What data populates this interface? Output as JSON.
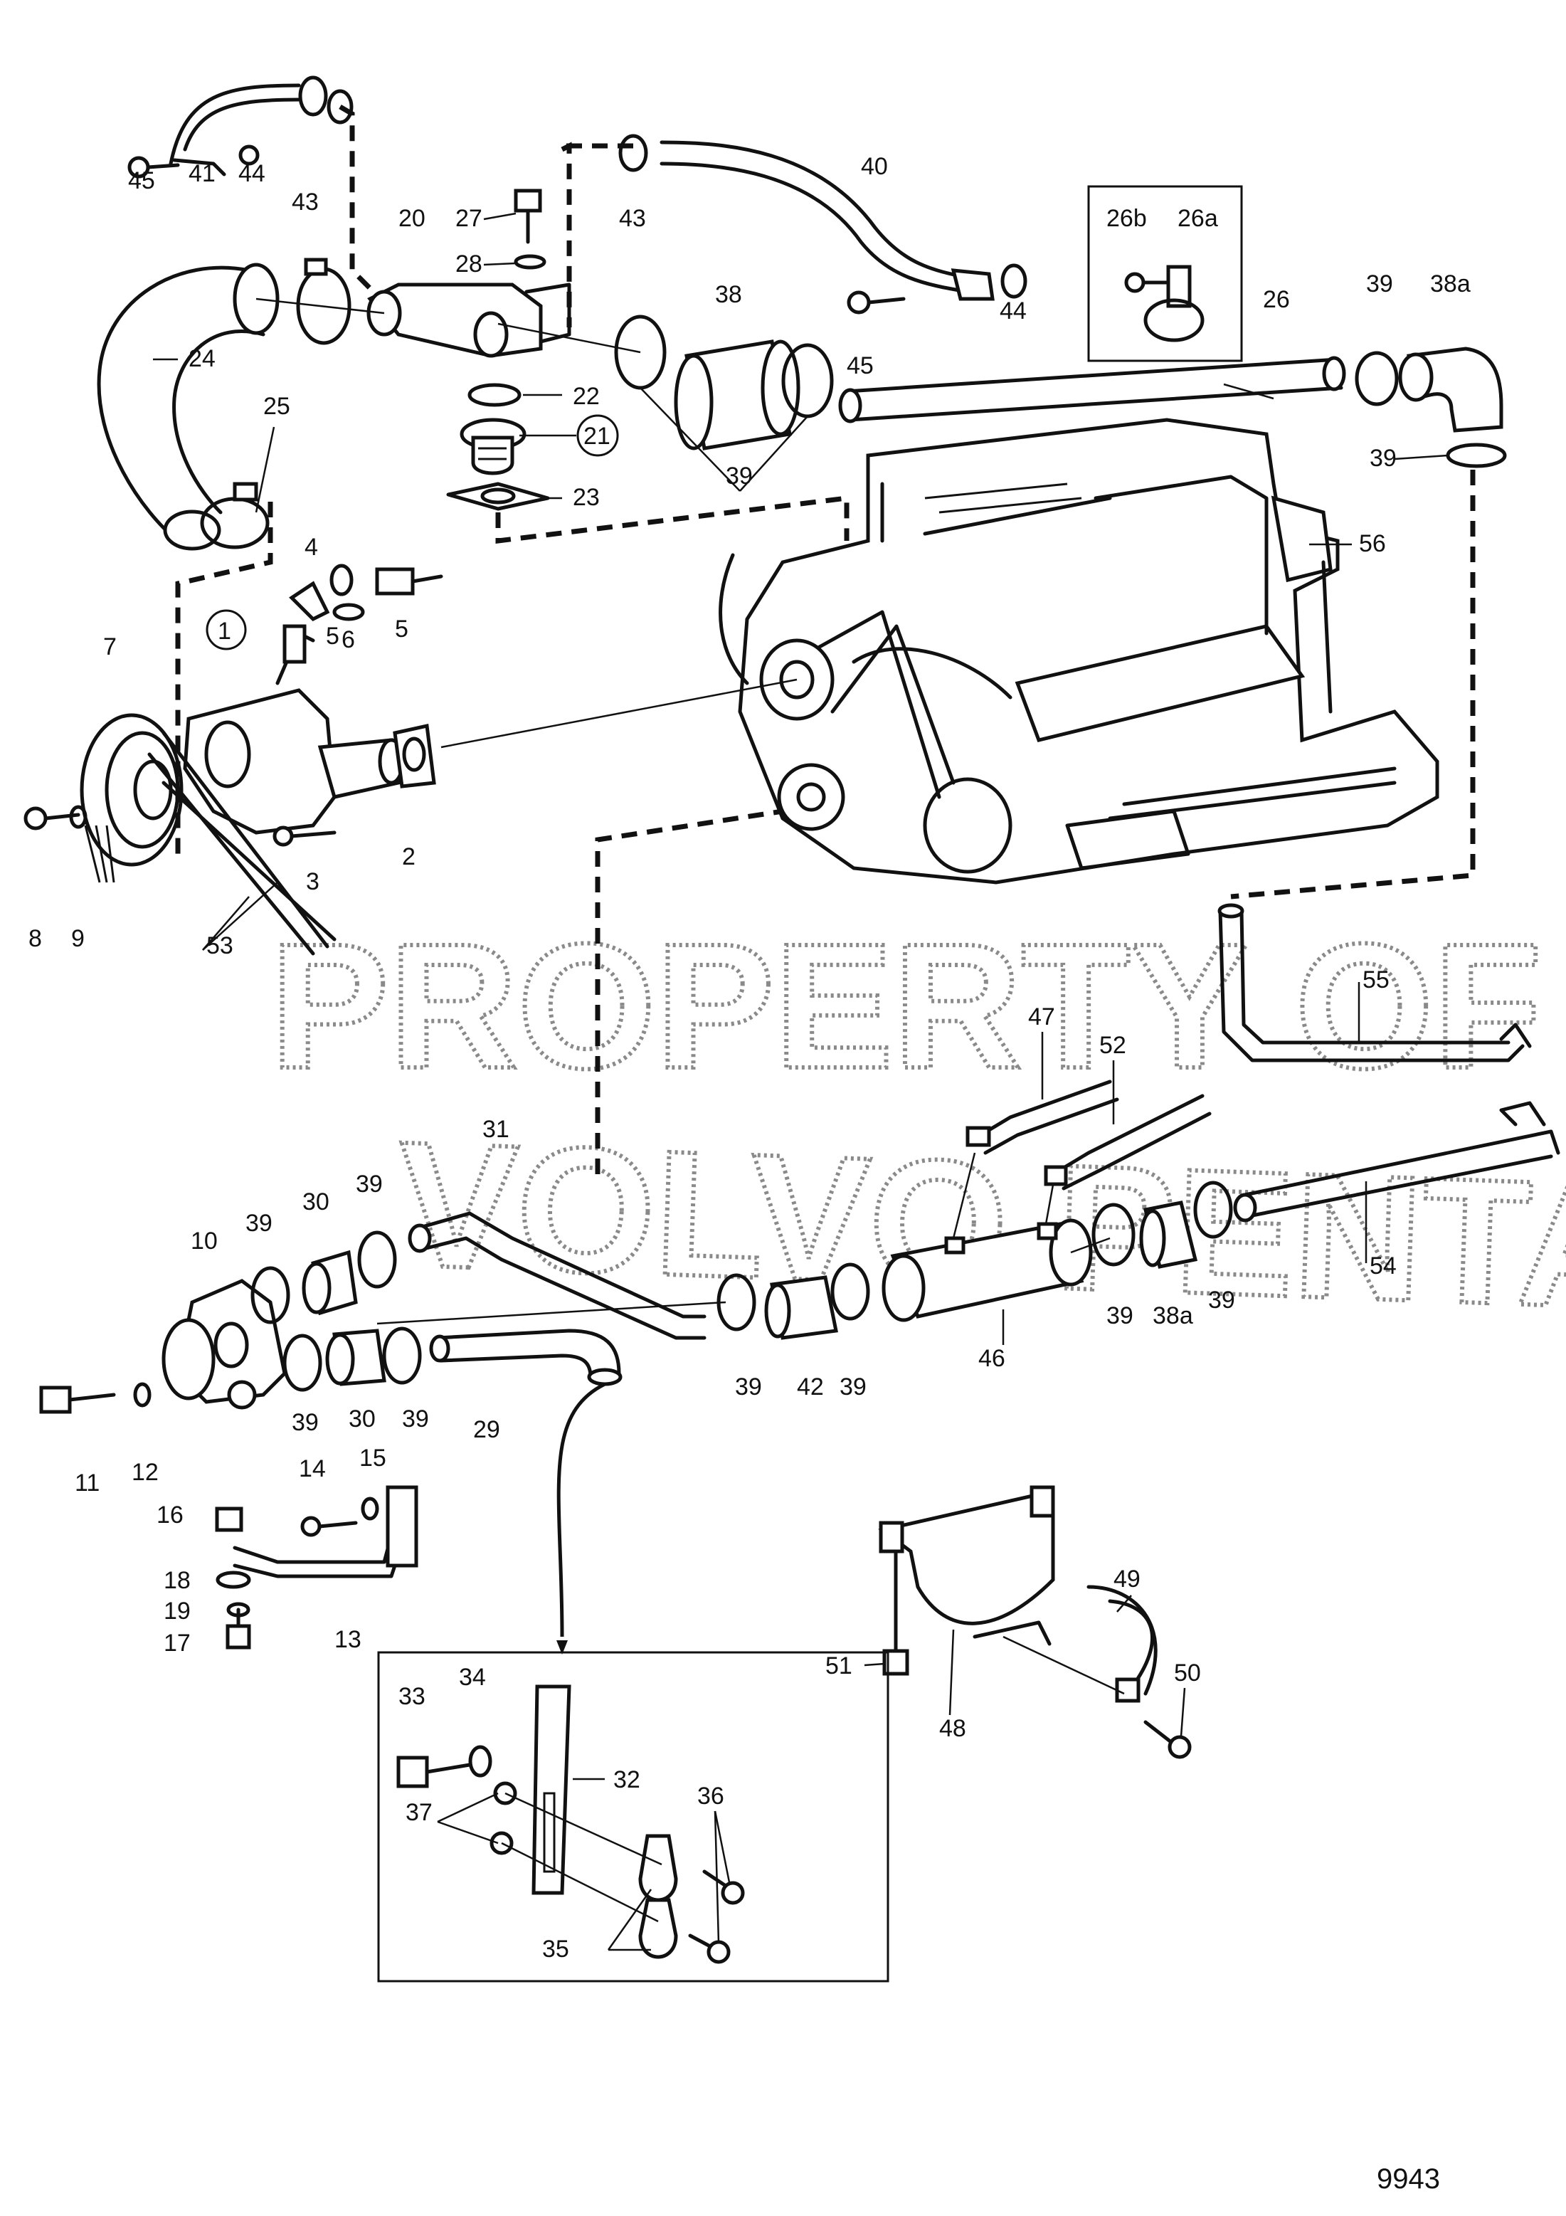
{
  "watermark": {
    "line1": "PROPERTY OF",
    "line2": "VOLVO PENTA"
  },
  "drawing_number": "9943",
  "callouts": {
    "c1": "1",
    "c2": "2",
    "c3": "3",
    "c4": "4",
    "c5a": "5",
    "c5b": "5",
    "c6": "6",
    "c7": "7",
    "c8": "8",
    "c9": "9",
    "c10": "10",
    "c11": "11",
    "c12": "12",
    "c13": "13",
    "c14": "14",
    "c15": "15",
    "c16": "16",
    "c17": "17",
    "c18": "18",
    "c19": "19",
    "c20": "20",
    "c21": "21",
    "c22": "22",
    "c23": "23",
    "c24": "24",
    "c25a": "25",
    "c25b": "25",
    "c26": "26",
    "c26a": "26a",
    "c26b": "26b",
    "c27": "27",
    "c28": "28",
    "c29": "29",
    "c30a": "30",
    "c30b": "30",
    "c31": "31",
    "c32": "32",
    "c33": "33",
    "c34": "34",
    "c35": "35",
    "c36": "36",
    "c37": "37",
    "c38": "38",
    "c38a_top": "38a",
    "c38a_bot": "38a",
    "c39_topa": "39",
    "c39_topb": "39",
    "c39_mid": "39",
    "c39_l1": "39",
    "c39_l2": "39",
    "c39_l3": "39",
    "c39_l4": "39",
    "c39_m1": "39",
    "c39_m2": "39",
    "c39_r1": "39",
    "c39_r2": "39",
    "c40": "40",
    "c41": "41",
    "c42": "42",
    "c43a": "43",
    "c43b": "43",
    "c44a": "44",
    "c44b": "44",
    "c45a": "45",
    "c45b": "45",
    "c46": "46",
    "c47": "47",
    "c48": "48",
    "c49": "49",
    "c50": "50",
    "c51": "51",
    "c52": "52",
    "c53": "53",
    "c54": "54",
    "c55": "55",
    "c56": "56"
  }
}
